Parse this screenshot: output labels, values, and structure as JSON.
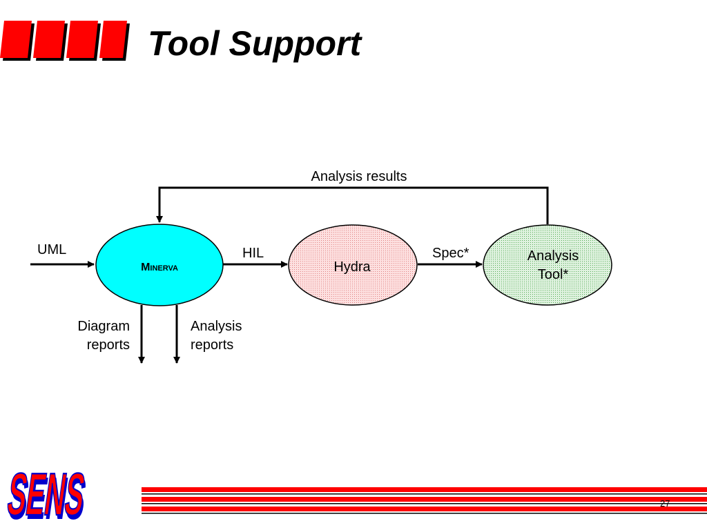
{
  "title": "Tool Support",
  "diagram": {
    "nodes": {
      "minerva": {
        "label": "Minerva",
        "fill": "#00ffff"
      },
      "hydra": {
        "label": "Hydra",
        "fill": "#fde0e0"
      },
      "analysis_tool": {
        "label_line1": "Analysis",
        "label_line2": "Tool*",
        "fill": "#dff2df"
      }
    },
    "edges": {
      "feedback": "Analysis results",
      "uml": "UML",
      "hil": "HIL",
      "spec": "Spec*",
      "diagram_reports_line1": "Diagram",
      "diagram_reports_line2": "reports",
      "analysis_reports_line1": "Analysis",
      "analysis_reports_line2": "reports"
    }
  },
  "footer": {
    "logo_text": "SENS",
    "page_number": "27",
    "accent_color": "#ff0000"
  }
}
